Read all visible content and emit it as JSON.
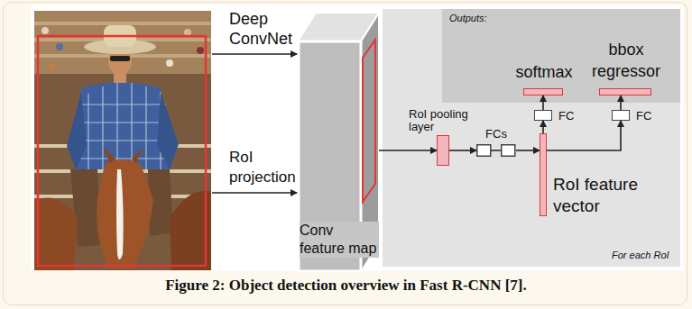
{
  "diagram": {
    "caption": "Figure 2: Object detection overview in Fast R-CNN [7].",
    "nodes": [
      {
        "text": [
          "Conv feature map"
        ]
      },
      {
        "text": [
          "For each RoI"
        ]
      },
      {
        "text": [
          "Outputs:"
        ],
        "in": 1
      },
      {
        "text": [
          "RoI pooling layer"
        ],
        "in": 1
      },
      {
        "text": [
          "FCs"
        ],
        "in": 1
      },
      {
        "text": [
          "RoI feature vector"
        ],
        "in": 1
      },
      {
        "text": [
          "FC"
        ],
        "in": 1
      },
      {
        "text": [
          "softmax"
        ],
        "in": 2
      },
      {
        "text": [
          "FC"
        ],
        "in": 1
      },
      {
        "text": [
          "bbox regressor"
        ],
        "in": 2
      }
    ],
    "edges": [
      {
        "from": 0,
        "to": 3,
        "arrow": "to"
      },
      {
        "from": 3,
        "to": 4,
        "arrow": "to"
      },
      {
        "from": 4,
        "to": 5,
        "arrow": "to"
      },
      {
        "from": 5,
        "to": 6,
        "arrow": "to"
      },
      {
        "from": 6,
        "to": 7,
        "arrow": "to"
      },
      {
        "from": 5,
        "to": 8,
        "arrow": "to"
      },
      {
        "from": 8,
        "to": 9,
        "arrow": "to"
      }
    ],
    "labels": [
      "Deep ConvNet",
      "RoI projection"
    ]
  }
}
